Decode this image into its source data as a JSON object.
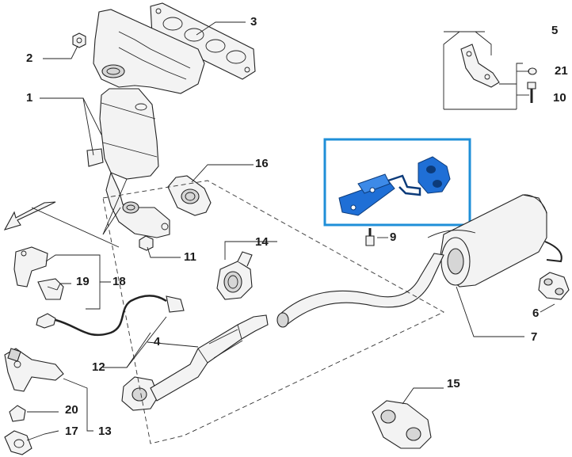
{
  "labels": {
    "p1": "1",
    "p2": "2",
    "p3": "3",
    "p4": "4",
    "p5": "5",
    "p6": "6",
    "p7": "7",
    "p9": "9",
    "p10": "10",
    "p11": "11",
    "p12": "12",
    "p13": "13",
    "p14": "14",
    "p15": "15",
    "p16": "16",
    "p17": "17",
    "p18": "18",
    "p19": "19",
    "p20": "20",
    "p21": "21"
  },
  "colors": {
    "highlight_frame": "#1f8fd8",
    "highlight_part": "#1f6fd6",
    "line": "#222222"
  }
}
